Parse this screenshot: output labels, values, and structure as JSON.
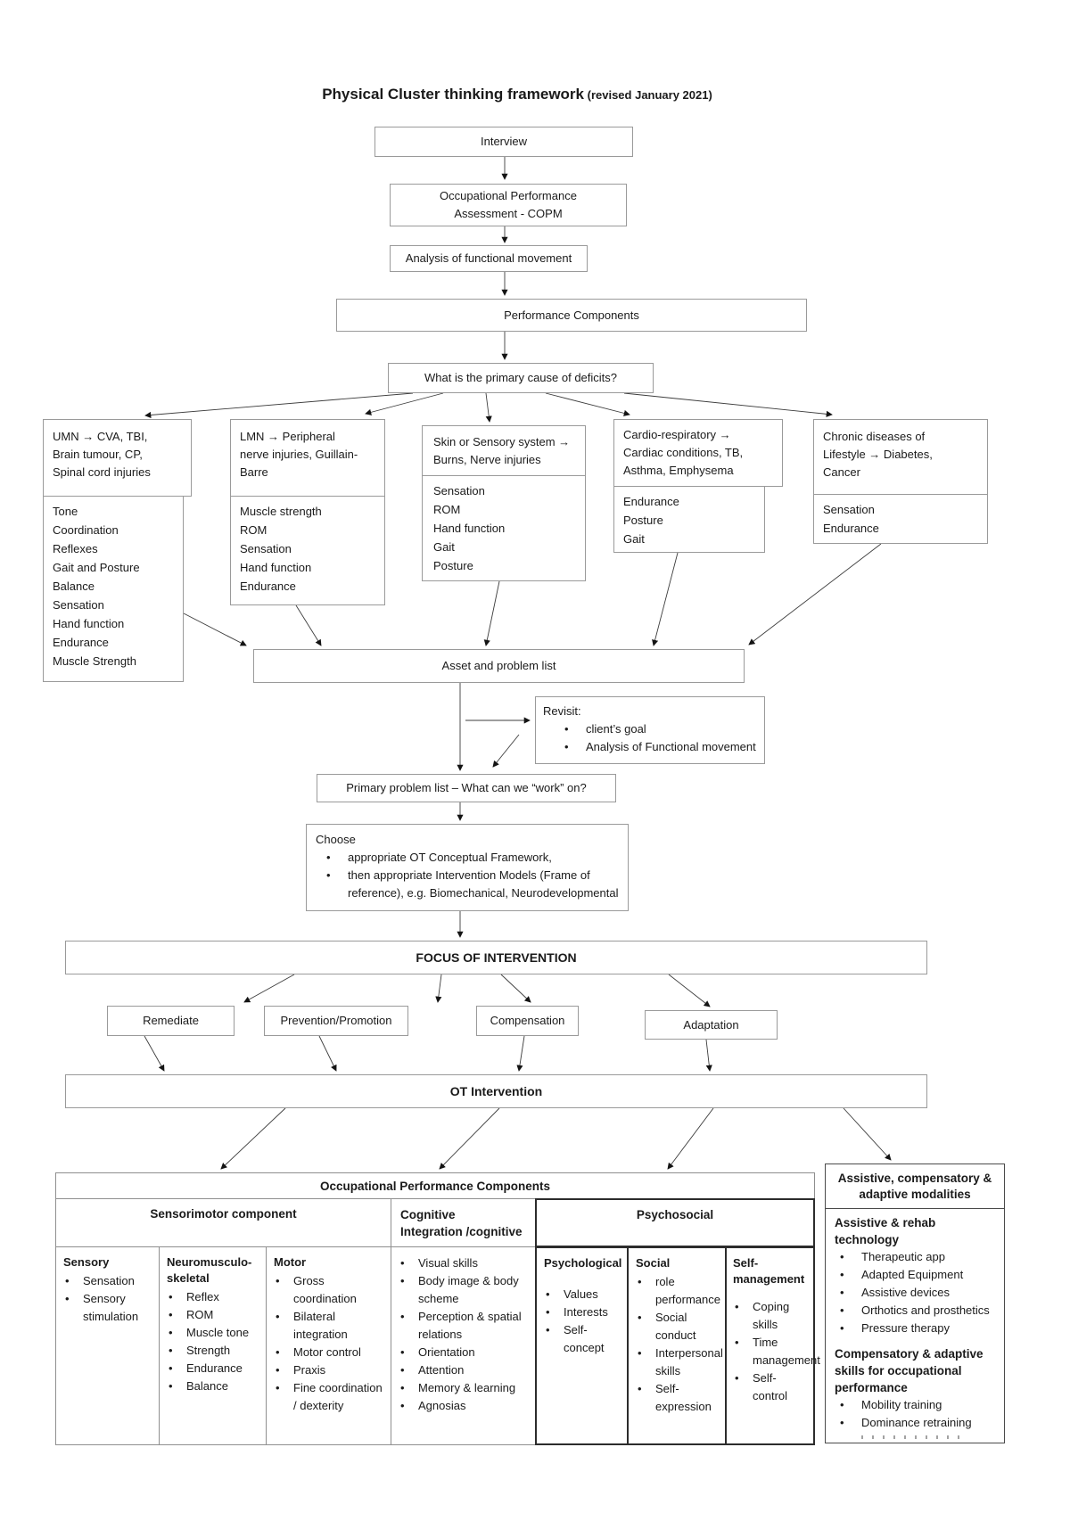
{
  "title": {
    "main": "Physical Cluster thinking framework",
    "sub": " (revised January 2021)"
  },
  "flow": {
    "interview": "Interview",
    "copm": [
      "Occupational Performance",
      "Assessment - COPM"
    ],
    "analysis": "Analysis of functional movement",
    "performance_components": "Performance Components",
    "primary_cause_question": "What is the primary cause of deficits?",
    "asset_problem_list": "Asset and problem list",
    "revisit_title": "Revisit:",
    "revisit_items": [
      "client’s goal",
      "Analysis of Functional movement"
    ],
    "primary_problem": "Primary problem list – What can we “work” on?",
    "choose_title": "Choose",
    "choose_items": [
      "appropriate OT Conceptual Framework,",
      "then appropriate Intervention Models (Frame of reference), e.g. Biomechanical, Neurodevelopmental"
    ],
    "focus_of_intervention": "FOCUS OF INTERVENTION",
    "focus_options": [
      "Remediate",
      "Prevention/Promotion",
      "Compensation",
      "Adaptation"
    ],
    "ot_intervention": "OT Intervention"
  },
  "branches": [
    {
      "header": [
        "UMN → CVA, TBI,",
        "Brain tumour, CP,",
        "Spinal cord injuries"
      ],
      "items": [
        "Tone",
        "Coordination",
        "Reflexes",
        "Gait and Posture",
        "Balance",
        "Sensation",
        "Hand function",
        "Endurance",
        "Muscle Strength"
      ]
    },
    {
      "header": [
        "LMN → Peripheral",
        "nerve injuries, Guillain-",
        "Barre"
      ],
      "items": [
        "Muscle strength",
        "ROM",
        "Sensation",
        "Hand function",
        "Endurance"
      ]
    },
    {
      "header": [
        "Skin or Sensory system →",
        "Burns, Nerve injuries"
      ],
      "items": [
        "Sensation",
        "ROM",
        "Hand function",
        "Gait",
        "Posture"
      ]
    },
    {
      "header": [
        "Cardio-respiratory →",
        "Cardiac conditions, TB,",
        "Asthma, Emphysema"
      ],
      "items": [
        "Endurance",
        "Posture",
        "Gait"
      ]
    },
    {
      "header": [
        "Chronic diseases of",
        "Lifestyle → Diabetes,",
        "Cancer"
      ],
      "items": [
        "Sensation",
        "Endurance"
      ]
    }
  ],
  "opc_table": {
    "title": "Occupational Performance Components",
    "sensorimotor_title": "Sensorimotor component",
    "sensory_title": "Sensory",
    "sensory_items": [
      "Sensation",
      "Sensory stimulation"
    ],
    "neuromusculoskeletal_title": "Neuromusculo-skeletal",
    "neuromusculoskeletal_items": [
      "Reflex",
      "ROM",
      "Muscle tone",
      "Strength",
      "Endurance",
      "Balance"
    ],
    "motor_title": "Motor",
    "motor_items": [
      "Gross coordination",
      "Bilateral integration",
      "Motor control",
      "Praxis",
      "Fine coordination / dexterity"
    ],
    "cognitive_title": [
      "Cognitive",
      "Integration /cognitive"
    ],
    "cognitive_items": [
      "Visual skills",
      "Body image & body scheme",
      "Perception & spatial relations",
      "Orientation",
      "Attention",
      "Memory & learning",
      "Agnosias"
    ],
    "psychosocial_title": "Psychosocial",
    "psychological_title": "Psychological",
    "psychological_items": [
      "Values",
      "Interests",
      "Self-concept"
    ],
    "social_title": "Social",
    "social_items": [
      "role performance",
      "Social conduct",
      "Interpersonal skills",
      "Self-expression"
    ],
    "self_management_title": "Self-management",
    "self_management_items": [
      "Coping skills",
      "Time management",
      "Self-control"
    ]
  },
  "modalities": {
    "title": "Assistive, compensatory & adaptive modalities",
    "assistive_title": "Assistive & rehab technology",
    "assistive_items": [
      "Therapeutic app",
      "Adapted Equipment",
      "Assistive devices",
      "Orthotics and prosthetics",
      "Pressure therapy"
    ],
    "compensatory_title": "Compensatory & adaptive skills for occupational performance",
    "compensatory_items": [
      "Mobility training",
      "Dominance retraining"
    ]
  }
}
